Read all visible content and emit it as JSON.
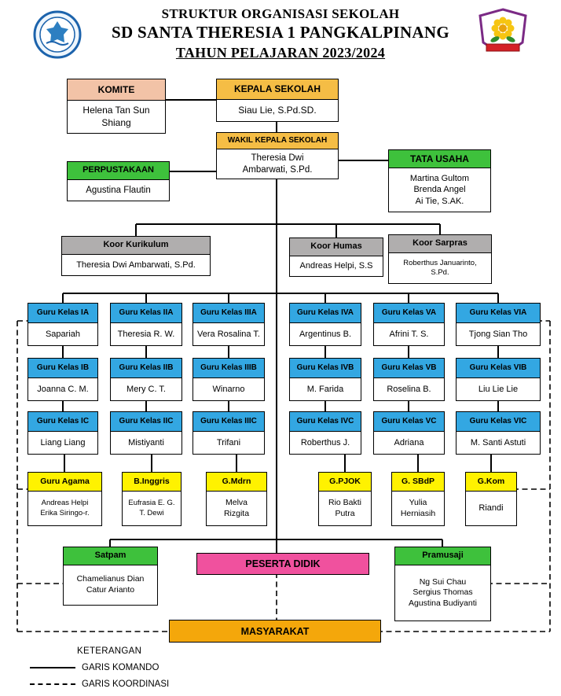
{
  "header": {
    "title_line1": "STRUKTUR ORGANISASI SEKOLAH",
    "title_line2": "SD SANTA THERESIA 1 PANGKALPINANG",
    "title_line3": "TAHUN PELAJARAN 2023/2024",
    "left_logo_icon": "school-badge-icon",
    "right_logo_icon": "school-flower-emblem-icon"
  },
  "colors": {
    "salmon": "#f2c3a7",
    "gold": "#f5bd45",
    "green": "#3ec13c",
    "gray": "#b0aeae",
    "blue": "#33a7e2",
    "yellow": "#fff200",
    "magenta": "#f0519e",
    "amber": "#f4a70b",
    "line": "#000000"
  },
  "boxes": {
    "komite": {
      "title": "KOMITE",
      "name": "Helena Tan Sun\nShiang"
    },
    "kepala_sekolah": {
      "title": "KEPALA SEKOLAH",
      "name": "Siau Lie, S.Pd.SD."
    },
    "wakil_kepala_sekolah": {
      "title": "WAKIL KEPALA SEKOLAH",
      "name": "Theresia Dwi\nAmbarwati, S.Pd."
    },
    "perpustakaan": {
      "title": "PERPUSTAKAAN",
      "name": "Agustina Flautin"
    },
    "tata_usaha": {
      "title": "TATA USAHA",
      "name": "Martina Gultom\nBrenda Angel\nAi Tie, S.AK."
    },
    "koor_kurikulum": {
      "title": "Koor Kurikulum",
      "name": "Theresia Dwi Ambarwati, S.Pd."
    },
    "koor_humas": {
      "title": "Koor Humas",
      "name": "Andreas Helpi, S.S"
    },
    "koor_sarpras": {
      "title": "Koor Sarpras",
      "name": "Roberthus Januarinto,\nS.Pd."
    },
    "satpam": {
      "title": "Satpam",
      "name": "Chamelianus Dian\nCatur Arianto"
    },
    "peserta_didik": {
      "title": "PESERTA DIDIK"
    },
    "pramusaji": {
      "title": "Pramusaji",
      "name": "Ng Sui Chau\nSergius Thomas\nAgustina Budiyanti"
    },
    "masyarakat": {
      "title": "MASYARAKAT"
    }
  },
  "guru_kelas": [
    {
      "title": "Guru Kelas IA",
      "name": "Sapariah"
    },
    {
      "title": "Guru Kelas IIA",
      "name": "Theresia R. W."
    },
    {
      "title": "Guru Kelas IIIA",
      "name": "Vera Rosalina T."
    },
    {
      "title": "Guru Kelas IVA",
      "name": "Argentinus B."
    },
    {
      "title": "Guru Kelas VA",
      "name": "Afrini T. S."
    },
    {
      "title": "Guru Kelas VIA",
      "name": "Tjong Sian Tho"
    },
    {
      "title": "Guru Kelas IB",
      "name": "Joanna C. M."
    },
    {
      "title": "Guru Kelas IIB",
      "name": "Mery C. T."
    },
    {
      "title": "Guru Kelas IIIB",
      "name": "Winarno"
    },
    {
      "title": "Guru Kelas IVB",
      "name": "M. Farida"
    },
    {
      "title": "Guru Kelas VB",
      "name": "Roselina B."
    },
    {
      "title": "Guru Kelas VIB",
      "name": "Liu Lie Lie"
    },
    {
      "title": "Guru Kelas IC",
      "name": "Liang Liang"
    },
    {
      "title": "Guru Kelas IIC",
      "name": "Mistiyanti"
    },
    {
      "title": "Guru Kelas IIIC",
      "name": "Trifani"
    },
    {
      "title": "Guru Kelas IVC",
      "name": "Roberthus J."
    },
    {
      "title": "Guru Kelas VC",
      "name": "Adriana"
    },
    {
      "title": "Guru Kelas VIC",
      "name": "M. Santi Astuti"
    }
  ],
  "guru_bidang": [
    {
      "title": "Guru Agama",
      "name": "Andreas Helpi\nErika Siringo-r."
    },
    {
      "title": "B.Inggris",
      "name": "Eufrasia E. G.\nT. Dewi"
    },
    {
      "title": "G.Mdrn",
      "name": "Melva\nRizgita"
    },
    {
      "title": "G.PJOK",
      "name": "Rio Bakti\nPutra"
    },
    {
      "title": "G. SBdP",
      "name": "Yulia\nHerniasih"
    },
    {
      "title": "G.Kom",
      "name": "Riandi"
    }
  ],
  "legend": {
    "heading": "KETERANGAN",
    "items": [
      {
        "label": "GARIS KOMANDO",
        "line_style": "solid"
      },
      {
        "label": "GARIS KOORDINASI",
        "line_style": "dashed"
      }
    ]
  }
}
